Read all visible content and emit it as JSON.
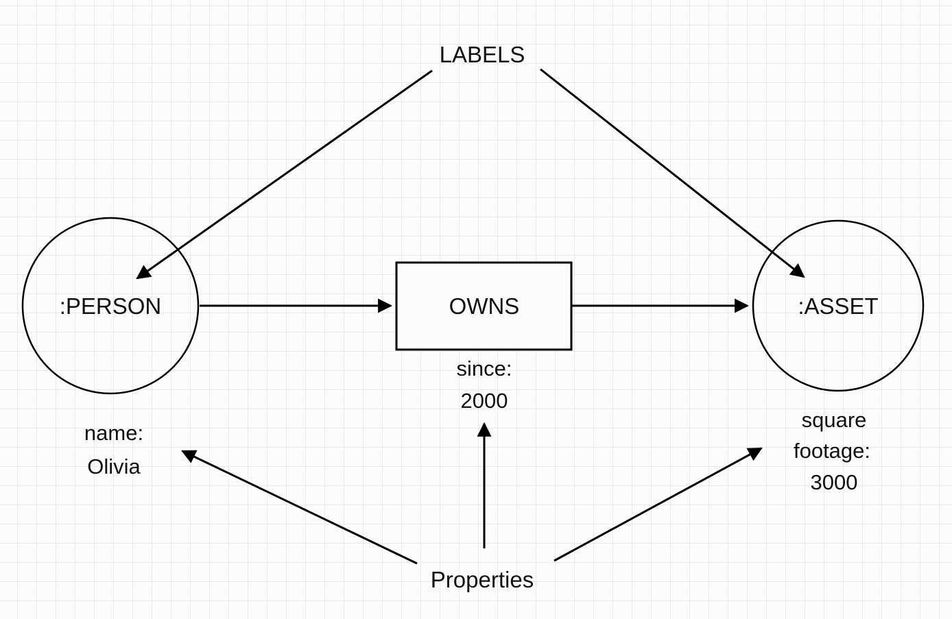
{
  "diagram": {
    "title_top": "LABELS",
    "title_bottom": "Properties",
    "nodes": {
      "person": ":PERSON",
      "asset": ":ASSET"
    },
    "relationship": "OWNS",
    "properties": {
      "person_name": {
        "line1": "name:",
        "line2": "Olivia"
      },
      "owns_since": {
        "line1": "since:",
        "line2": "2000"
      },
      "asset_sqft": {
        "line1": "square",
        "line2": "footage:",
        "line3": "3000"
      }
    },
    "colors": {
      "stroke": "#000000",
      "background": "#fcfcfc",
      "grid": "#e8e8e8"
    }
  }
}
